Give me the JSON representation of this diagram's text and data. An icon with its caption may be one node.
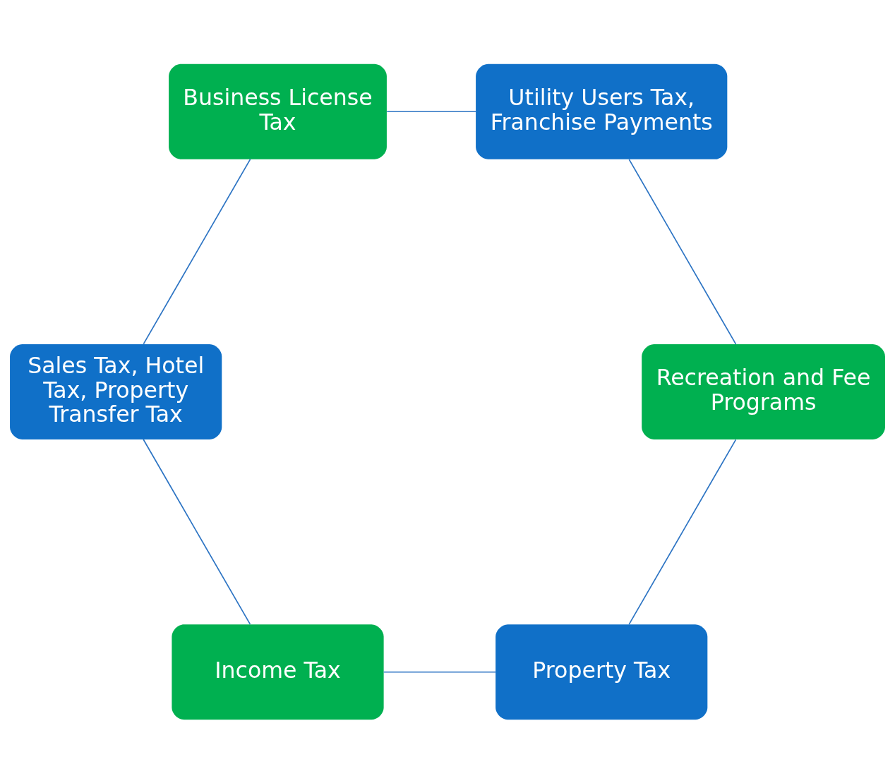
{
  "diagram": {
    "nodes": [
      {
        "text": [
          "Property Tax"
        ]
      },
      {
        "text": [
          "Recreation and Fee Programs"
        ]
      },
      {
        "text": [
          "Income Tax"
        ]
      },
      {
        "text": [
          "Utility Users Tax, Franchise Payments"
        ]
      },
      {
        "text": [
          "Sales Tax, Hotel Tax, Property Transfer Tax"
        ]
      },
      {
        "text": [
          "Business License Tax"
        ]
      }
    ],
    "edges": [
      {
        "from": 0,
        "to": 2,
        "arrow": "none"
      },
      {
        "from": 2,
        "to": 4,
        "arrow": "none"
      },
      {
        "from": 4,
        "to": 5,
        "arrow": "none"
      },
      {
        "from": 5,
        "to": 3,
        "arrow": "none"
      },
      {
        "from": 3,
        "to": 1,
        "arrow": "none"
      },
      {
        "from": 1,
        "to": 0,
        "arrow": "none"
      }
    ]
  }
}
